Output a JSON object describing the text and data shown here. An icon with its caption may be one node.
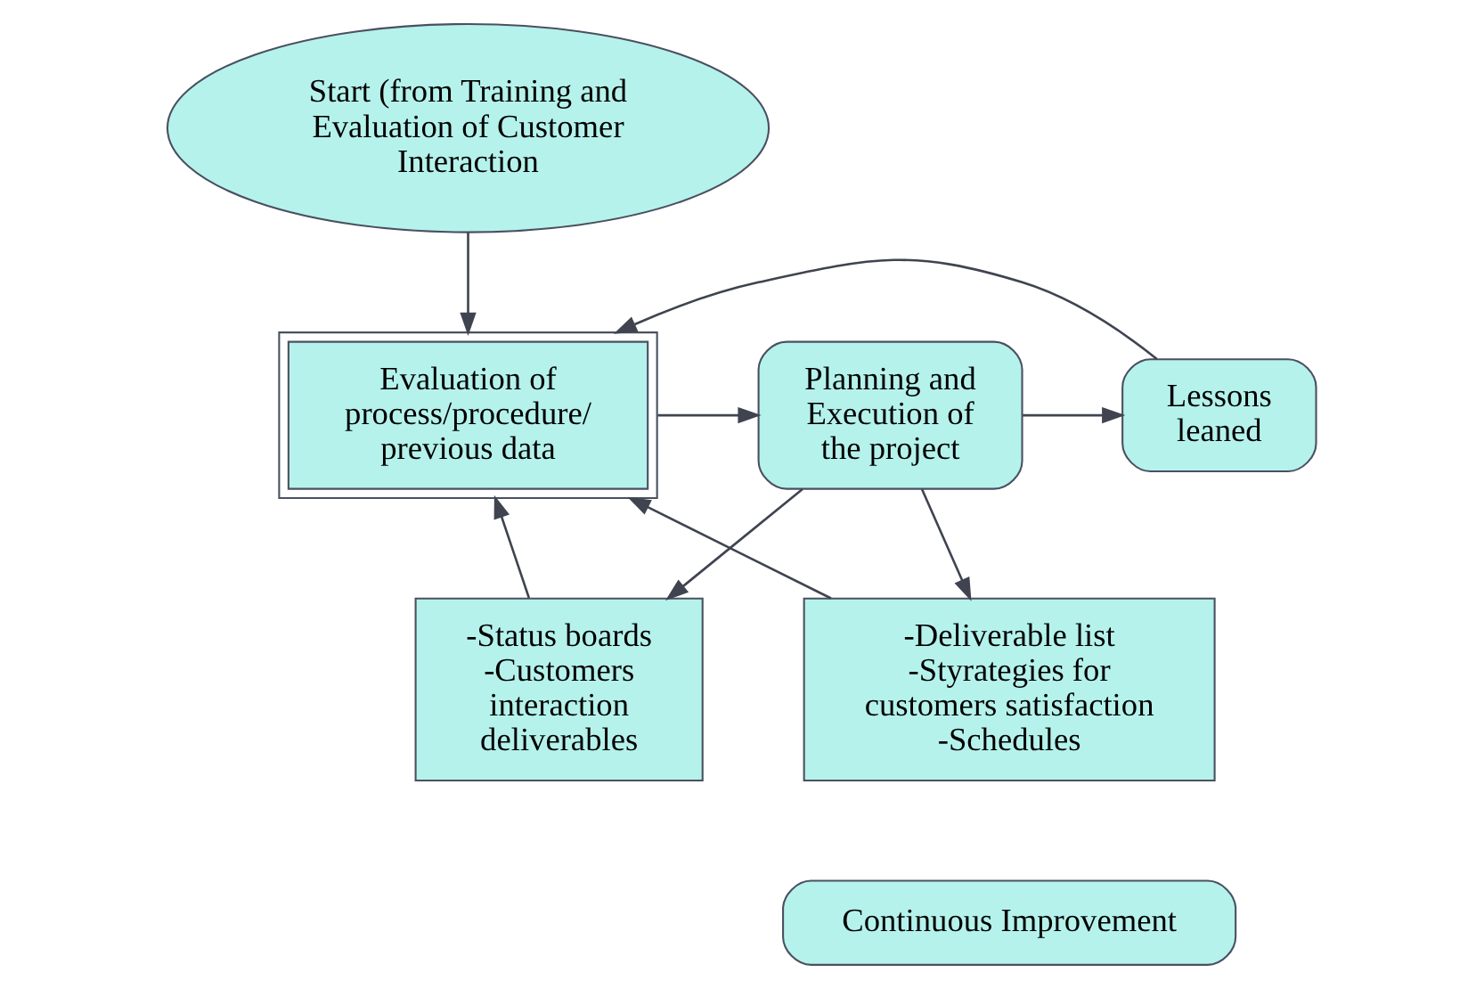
{
  "diagram": {
    "nodes": [
      {
        "text": [
          "Start (from Training and Evaluation of Customer Interaction"
        ]
      },
      {
        "text": [
          "Evaluation of process/procedure/ previous data"
        ]
      },
      {
        "text": [
          "Planning and Execution of the project"
        ]
      },
      {
        "text": [
          "-Status boards -Customers interaction deliverables"
        ]
      },
      {
        "text": [
          "Lessons leaned"
        ]
      },
      {
        "text": [
          "-Deliverable list -Styrategies for customers satisfaction -Schedules"
        ]
      },
      {
        "text": [
          "Continuous Improvement"
        ]
      }
    ],
    "edges": [
      {
        "from": 0,
        "to": 1,
        "arrow": "to"
      },
      {
        "from": 1,
        "to": 2,
        "arrow": "to"
      },
      {
        "from": 2,
        "to": 3,
        "arrow": "to"
      },
      {
        "from": 2,
        "to": 4,
        "arrow": "to"
      },
      {
        "from": 2,
        "to": 5,
        "arrow": "to"
      },
      {
        "from": 4,
        "to": 1,
        "arrow": "to"
      },
      {
        "from": 5,
        "to": 1,
        "arrow": "to"
      },
      {
        "from": 3,
        "to": 1,
        "arrow": "to"
      }
    ]
  }
}
